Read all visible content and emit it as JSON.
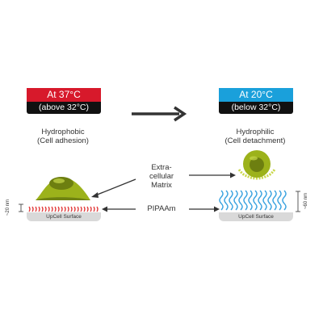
{
  "left": {
    "temperature": "At 37°C",
    "condition": "(above 32°C)",
    "property": "Hydrophobic",
    "effect": "(Cell adhesion)",
    "surface": "UpCell Surface",
    "thickness": "~20 nm",
    "badge_color": "#d7192b"
  },
  "right": {
    "temperature": "At 20°C",
    "condition": "(below 32°C)",
    "property": "Hydrophilic",
    "effect": "(Cell detachment)",
    "surface": "UpCell Surface",
    "thickness": "~60 nm",
    "badge_color": "#1aa0db"
  },
  "center": {
    "ecm_line1": "Extra-",
    "ecm_line2": "cellular",
    "ecm_line3": "Matrix",
    "polymer": "PIPAAm"
  },
  "colors": {
    "cell_green": "#9cb21b",
    "polymer_red": "#e23a3a",
    "polymer_blue": "#3aa3e0",
    "surface_gray": "#d9d9d9"
  }
}
